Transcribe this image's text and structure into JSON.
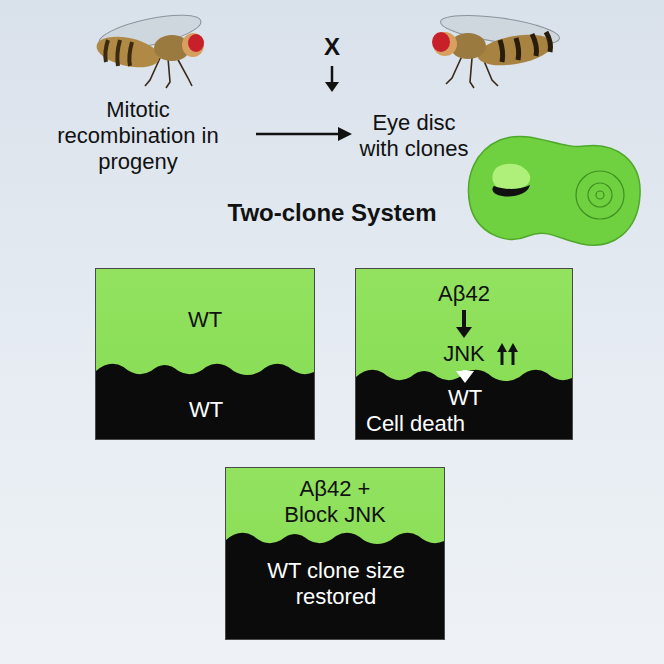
{
  "diagram": {
    "title": "Two-clone System",
    "nodes": [
      {
        "text": [
          "WT"
        ]
      },
      {
        "text": [
          "WT"
        ]
      },
      {
        "text": [
          "Aβ42",
          "JNK"
        ]
      },
      {
        "text": [
          "WT",
          "Cell death"
        ]
      },
      {
        "text": [
          "Aβ42 + Block JNK"
        ]
      },
      {
        "text": [
          "WT clone size restored"
        ]
      }
    ],
    "edges": [
      {
        "from": 2,
        "to": 3,
        "arrow": "to"
      }
    ],
    "labels": [
      "X",
      "Mitotic recombination in progeny",
      "Eye disc with clones"
    ]
  }
}
